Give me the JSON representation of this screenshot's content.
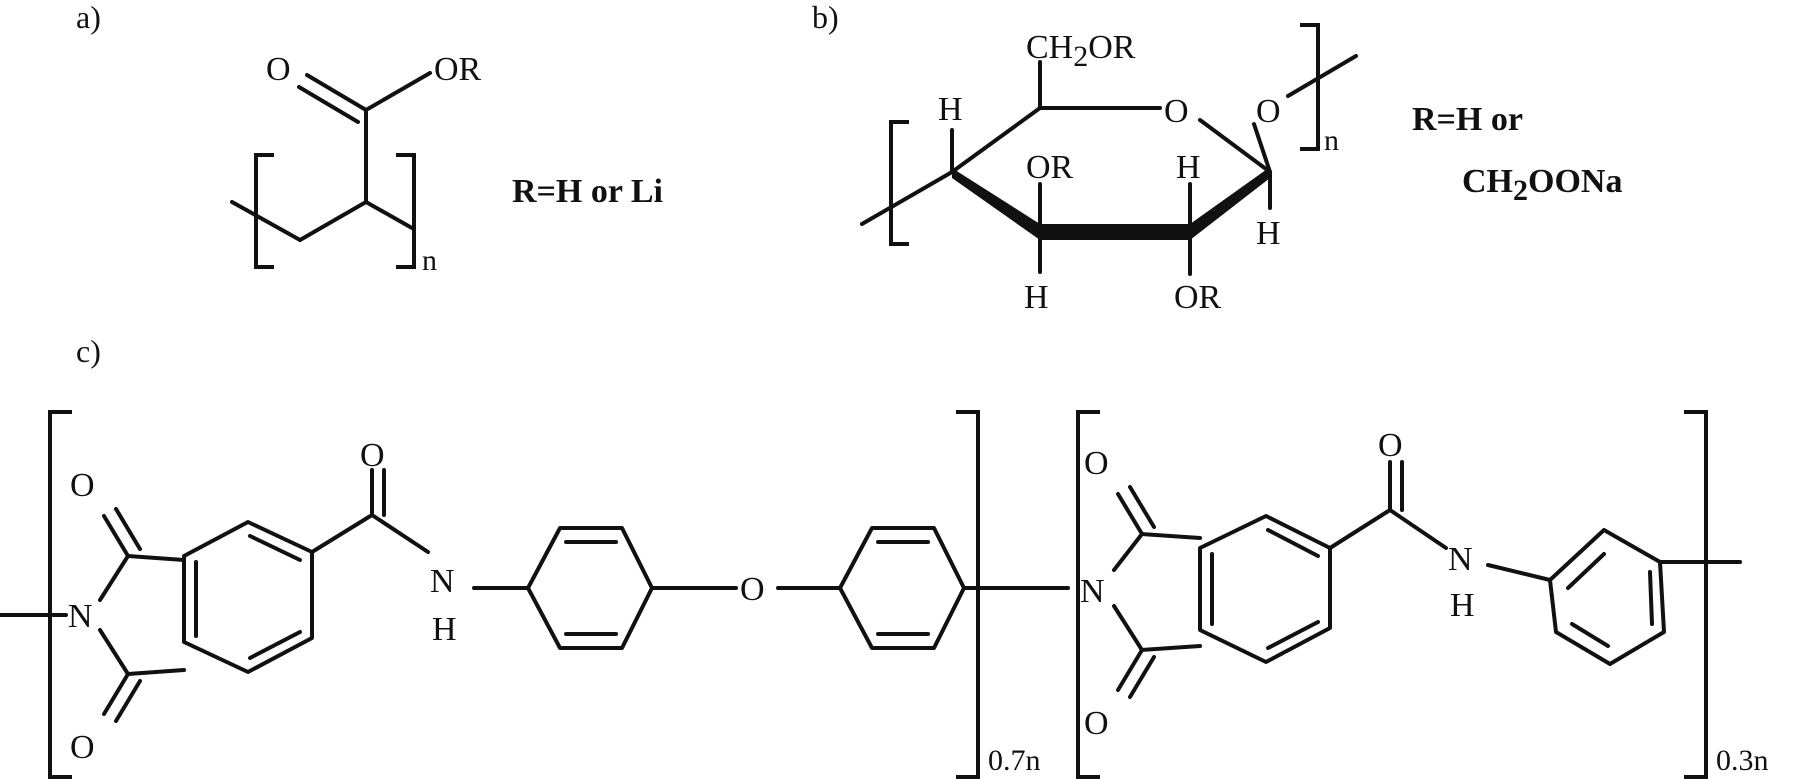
{
  "panels": {
    "a": "a)",
    "b": "b)",
    "c": "c)"
  },
  "atoms": {
    "O": "O",
    "OR": "OR",
    "N": "N",
    "H": "H",
    "NH_N": "N",
    "NH_H": "H",
    "CH2OR_main": "CH",
    "CH2OR_sub": "2",
    "CH2OR_tail": "OR"
  },
  "subscripts": {
    "n": "n",
    "seg1": "0.7n",
    "seg2": "0.3n"
  },
  "notes": {
    "a": "R=H or Li",
    "b_line1": "R=H or",
    "b_line2_main": "CH",
    "b_line2_sub": "2",
    "b_line2_tail": "OONa"
  }
}
